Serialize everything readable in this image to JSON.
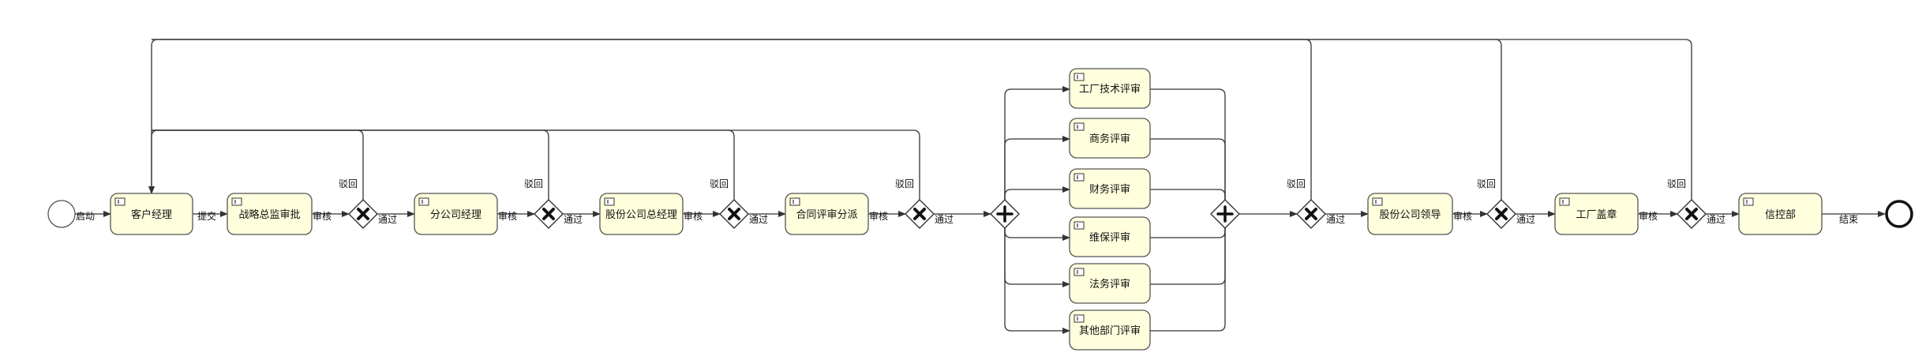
{
  "events": {
    "start": "",
    "end": ""
  },
  "tasks": {
    "customer_manager": "客户经理",
    "strategy_director": "战略总监审批",
    "branch_manager": "分公司经理",
    "shareholding_gm": "股份公司总经理",
    "contract_dispatch": "合同评审分派",
    "factory_tech": "工厂技术评审",
    "business": "商务评审",
    "finance": "财务评审",
    "maintenance": "维保评审",
    "legal": "法务评审",
    "other_dept": "其他部门评审",
    "shareholding_leader": "股份公司领导",
    "factory_seal": "工厂盖章",
    "credit_control": "信控部"
  },
  "edge_labels": {
    "start": "启动",
    "submit": "提交",
    "review": "审核",
    "pass": "通过",
    "reject": "驳回",
    "end": "结束"
  },
  "gateways": {
    "exclusive_icon": "x-mark-icon",
    "parallel_icon": "plus-icon"
  }
}
